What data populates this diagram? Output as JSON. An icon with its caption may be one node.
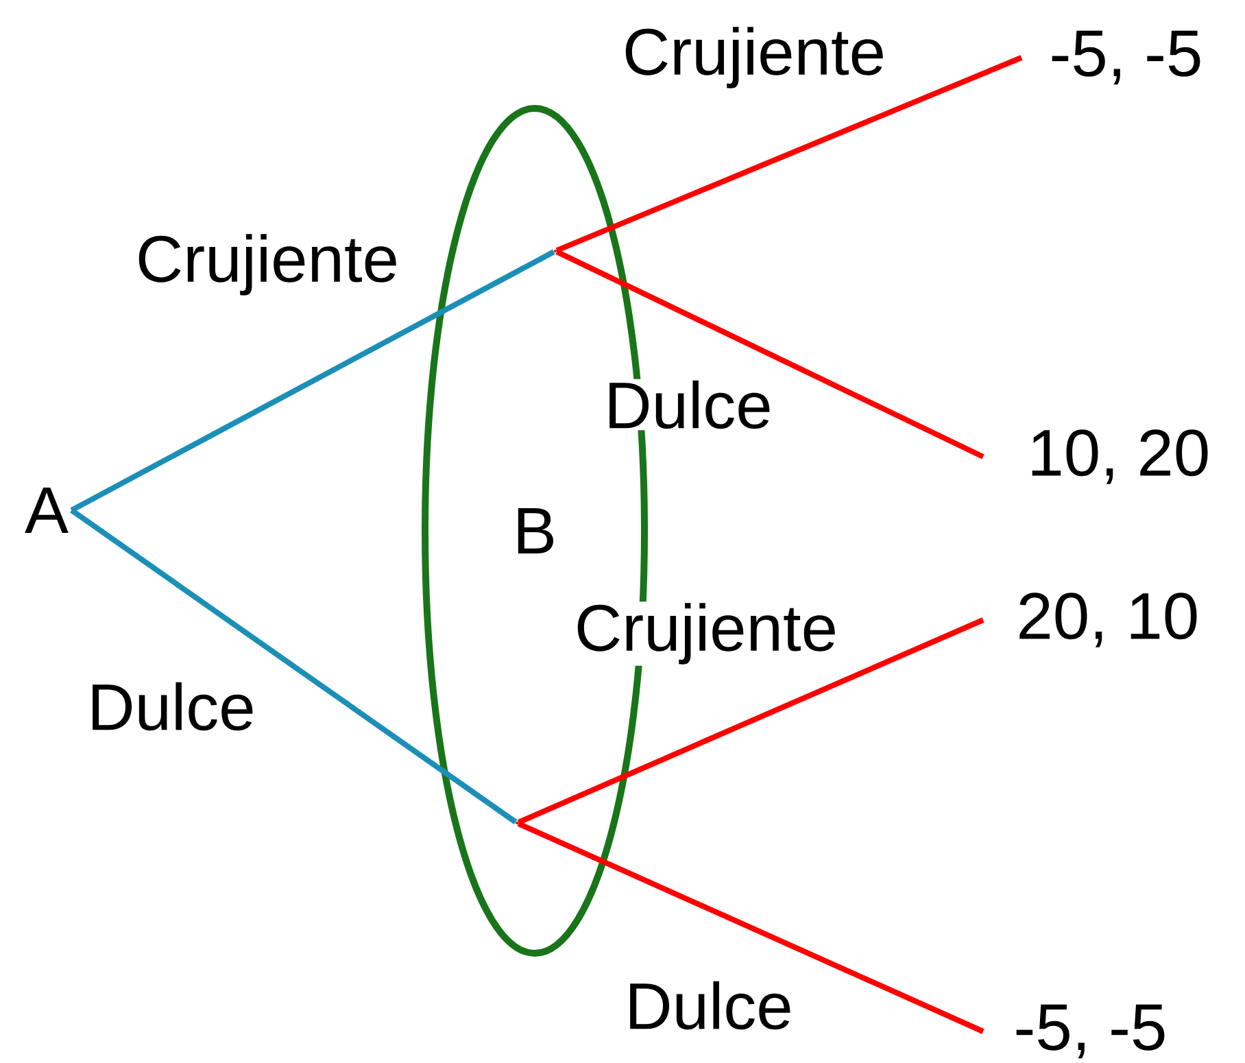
{
  "diagram": {
    "nodes": [
      {
        "text": [
          "A"
        ]
      },
      {
        "text": [
          "B"
        ]
      },
      {
        "text": [],
        "shape": "point",
        "in": 1
      },
      {
        "text": [],
        "shape": "point",
        "in": 1
      },
      {
        "text": [
          "-5, -5"
        ]
      },
      {
        "text": [
          "10, 20"
        ]
      },
      {
        "text": [
          "20, 10"
        ]
      },
      {
        "text": [
          "-5, -5"
        ]
      }
    ],
    "edges": [
      {
        "from": 0,
        "to": 2,
        "arrow": "none",
        "label": "Crujiente",
        "color": "#1b8fb8"
      },
      {
        "from": 0,
        "to": 3,
        "arrow": "none",
        "label": "Dulce",
        "color": "#1b8fb8"
      },
      {
        "from": 2,
        "to": 4,
        "arrow": "none",
        "label": "Crujiente"
      },
      {
        "from": 2,
        "to": 5,
        "arrow": "none",
        "label": "Dulce"
      },
      {
        "from": 3,
        "to": 6,
        "arrow": "none",
        "label": "Crujiente"
      },
      {
        "from": 3,
        "to": 7,
        "arrow": "none",
        "label": "Dulce"
      }
    ]
  }
}
